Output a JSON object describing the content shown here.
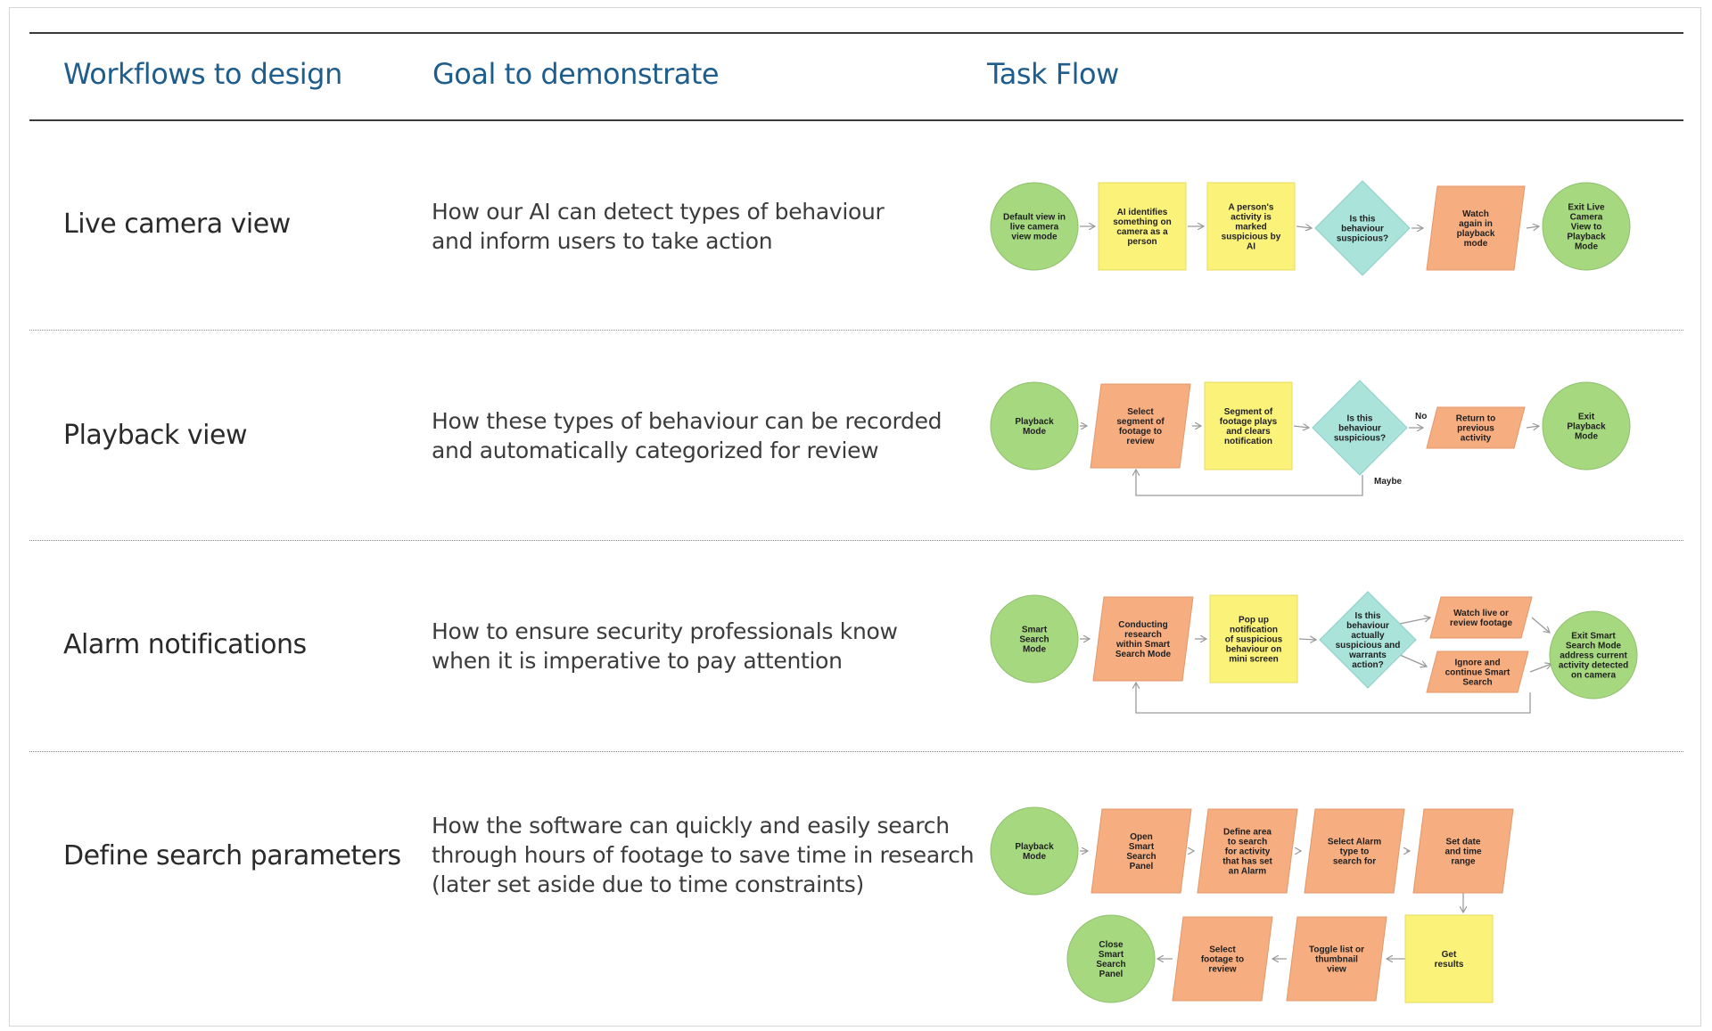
{
  "headers": {
    "workflows": "Workflows to design",
    "goal": "Goal to demonstrate",
    "taskflow": "Task Flow"
  },
  "colors": {
    "header": "#1f5e8c",
    "start_end_green": "#a6d87f",
    "note_yellow": "#fbf27a",
    "process_orange": "#f6ad80",
    "decision_teal": "#a9e3da"
  },
  "rows": [
    {
      "workflow": "Live camera view",
      "goal": [
        "How our AI can detect types of behaviour",
        "and inform users to take action"
      ],
      "nodes": [
        {
          "shape": "circle",
          "lines": [
            "Default view in",
            "live camera",
            "view mode"
          ]
        },
        {
          "shape": "note",
          "lines": [
            "AI identifies",
            "something on",
            "camera as a",
            "person"
          ]
        },
        {
          "shape": "note",
          "lines": [
            "A person's",
            "activity is",
            "marked",
            "suspicious by",
            "AI"
          ]
        },
        {
          "shape": "diamond",
          "lines": [
            "Is this",
            "behaviour",
            "suspicious?"
          ]
        },
        {
          "shape": "parallelogram",
          "lines": [
            "Watch",
            "again in",
            "playback",
            "mode"
          ]
        },
        {
          "shape": "circle",
          "lines": [
            "Exit Live",
            "Camera",
            "View to",
            "Playback",
            "Mode"
          ]
        }
      ]
    },
    {
      "workflow": "Playback view",
      "goal": [
        "How these types of behaviour can be recorded",
        "and automatically categorized for review"
      ],
      "nodes": [
        {
          "shape": "circle",
          "lines": [
            "Playback",
            "Mode"
          ]
        },
        {
          "shape": "parallelogram",
          "lines": [
            "Select",
            "segment of",
            "footage to",
            "review"
          ]
        },
        {
          "shape": "note",
          "lines": [
            "Segment of",
            "footage plays",
            "and clears",
            "notification"
          ]
        },
        {
          "shape": "diamond",
          "lines": [
            "Is this",
            "behaviour",
            "suspicious?"
          ]
        },
        {
          "shape": "parallelogram",
          "lines": [
            "Return to",
            "previous",
            "activity"
          ]
        },
        {
          "shape": "circle",
          "lines": [
            "Exit",
            "Playback",
            "Mode"
          ]
        }
      ],
      "edge_labels": [
        "No",
        "Maybe"
      ]
    },
    {
      "workflow": "Alarm notifications",
      "goal": [
        "How to ensure security professionals know",
        "when it is imperative to pay attention"
      ],
      "nodes": [
        {
          "shape": "circle",
          "lines": [
            "Smart",
            "Search",
            "Mode"
          ]
        },
        {
          "shape": "parallelogram",
          "lines": [
            "Conducting",
            "research",
            "within Smart",
            "Search Mode"
          ]
        },
        {
          "shape": "note",
          "lines": [
            "Pop up",
            "notification",
            "of suspicious",
            "behaviour on",
            "mini screen"
          ]
        },
        {
          "shape": "diamond",
          "lines": [
            "Is this",
            "behaviour",
            "actually",
            "suspicious and",
            "warrants",
            "action?"
          ]
        },
        {
          "shape": "parallelogram",
          "lines": [
            "Watch live or",
            "review footage"
          ]
        },
        {
          "shape": "parallelogram",
          "lines": [
            "Ignore and",
            "continue Smart",
            "Search"
          ]
        },
        {
          "shape": "circle",
          "lines": [
            "Exit Smart",
            "Search Mode",
            "address current",
            "activity detected",
            "on camera"
          ]
        }
      ]
    },
    {
      "workflow": "Define search parameters",
      "goal": [
        "How the software can quickly and easily search",
        "through hours of footage to save time in research",
        "(later set aside due to time constraints)"
      ],
      "nodes": [
        {
          "shape": "circle",
          "lines": [
            "Playback",
            "Mode"
          ]
        },
        {
          "shape": "parallelogram",
          "lines": [
            "Open",
            "Smart",
            "Search",
            "Panel"
          ]
        },
        {
          "shape": "parallelogram",
          "lines": [
            "Define area",
            "to search",
            "for activity",
            "that has set",
            "an Alarm"
          ]
        },
        {
          "shape": "parallelogram",
          "lines": [
            "Select Alarm",
            "type to",
            "search for"
          ]
        },
        {
          "shape": "parallelogram",
          "lines": [
            "Set date",
            "and time",
            "range"
          ]
        },
        {
          "shape": "note",
          "lines": [
            "Get",
            "results"
          ]
        },
        {
          "shape": "parallelogram",
          "lines": [
            "Toggle list or",
            "thumbnail",
            "view"
          ]
        },
        {
          "shape": "parallelogram",
          "lines": [
            "Select",
            "footage to",
            "review"
          ]
        },
        {
          "shape": "circle",
          "lines": [
            "Close",
            "Smart",
            "Search",
            "Panel"
          ]
        }
      ]
    }
  ]
}
